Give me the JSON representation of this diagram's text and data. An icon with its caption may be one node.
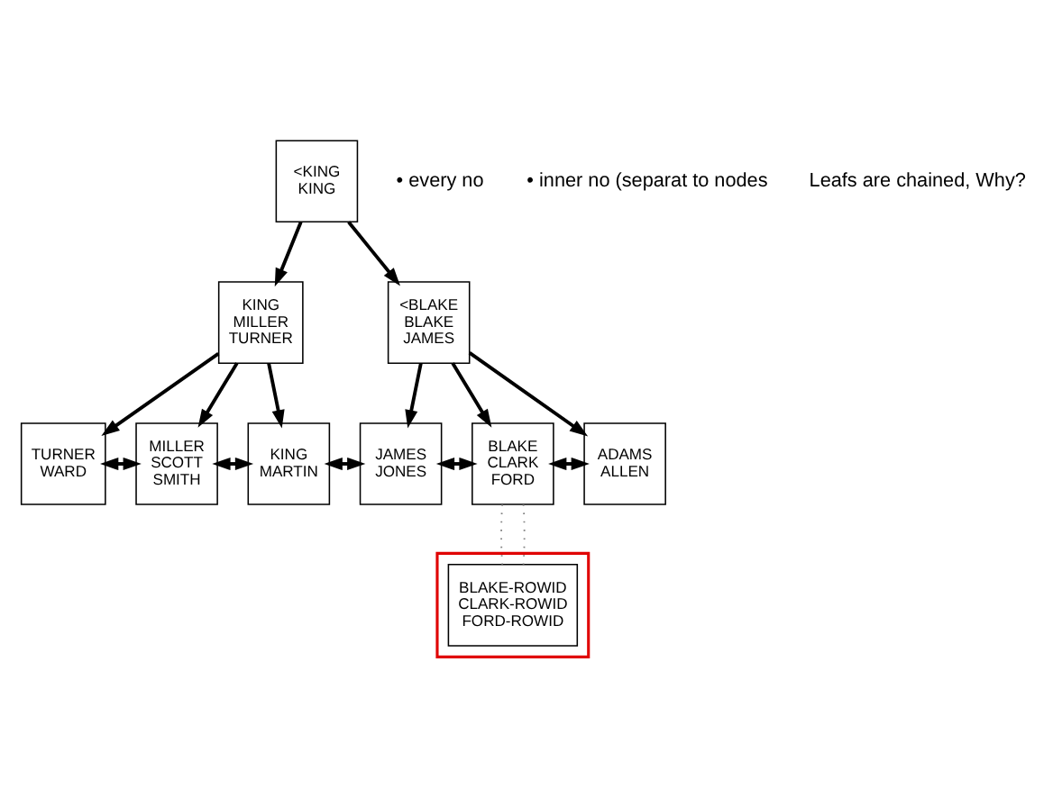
{
  "diagram": {
    "nodes": [
      {
        "text": [
          "<KING KING"
        ]
      },
      {
        "text": [
          "KING MILLER TURNER"
        ]
      },
      {
        "text": [
          "<BLAKE BLAKE JAMES"
        ]
      },
      {
        "text": [
          "TURNER WARD"
        ]
      },
      {
        "text": [
          "MILLER SCOTT SMITH"
        ]
      },
      {
        "text": [
          "KING MARTIN"
        ]
      },
      {
        "text": [
          "JAMES JONES"
        ]
      },
      {
        "text": [
          "BLAKE CLARK FORD"
        ]
      },
      {
        "text": [
          "ADAMS ALLEN"
        ]
      },
      {
        "text": [],
        "shape": "box"
      },
      {
        "text": [
          "BLAKE-ROWID CLARK-ROWID FORD-ROWID"
        ],
        "in": 9
      }
    ],
    "edges": [
      {
        "from": 0,
        "to": 1,
        "arrow": "to"
      },
      {
        "from": 0,
        "to": 2,
        "arrow": "to"
      },
      {
        "from": 1,
        "to": 3,
        "arrow": "to"
      },
      {
        "from": 1,
        "to": 4,
        "arrow": "to"
      },
      {
        "from": 1,
        "to": 5,
        "arrow": "to"
      },
      {
        "from": 2,
        "to": 6,
        "arrow": "to"
      },
      {
        "from": 2,
        "to": 7,
        "arrow": "to"
      },
      {
        "from": 2,
        "to": 8,
        "arrow": "to"
      },
      {
        "from": 3,
        "to": 4,
        "arrow": "both"
      },
      {
        "from": 4,
        "to": 5,
        "arrow": "both"
      },
      {
        "from": 5,
        "to": 6,
        "arrow": "both"
      },
      {
        "from": 6,
        "to": 7,
        "arrow": "both"
      },
      {
        "from": 7,
        "to": 8,
        "arrow": "both"
      },
      {
        "from": 7,
        "to": 10,
        "arrow": "none",
        "style": "dashed",
        "color": "#808080"
      },
      {
        "from": 7,
        "to": 10,
        "arrow": "none",
        "style": "dashed",
        "color": "#808080"
      }
    ],
    "labels": [
      "• every no",
      "• inner no (separat to nodes",
      "Leafs are chained, Why?"
    ]
  }
}
